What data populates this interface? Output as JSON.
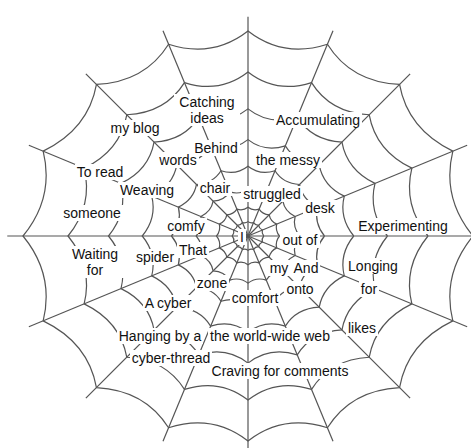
{
  "diagram": {
    "labels": [
      "my blog",
      "Catching ideas",
      "Accumulating",
      "To read",
      "words",
      "Behind",
      "the messy",
      "Weaving",
      "chair",
      "struggled",
      "desk",
      "someone",
      "comfy",
      "out of",
      "Experimenting",
      "Waiting for",
      "That",
      "I",
      "spider",
      "my",
      "And",
      "Longing",
      "zone",
      "onto",
      "for",
      "A cyber",
      "comfort",
      "likes",
      "Hanging by a",
      "the world-wide web",
      "cyber-thread",
      "Craving for comments"
    ]
  }
}
